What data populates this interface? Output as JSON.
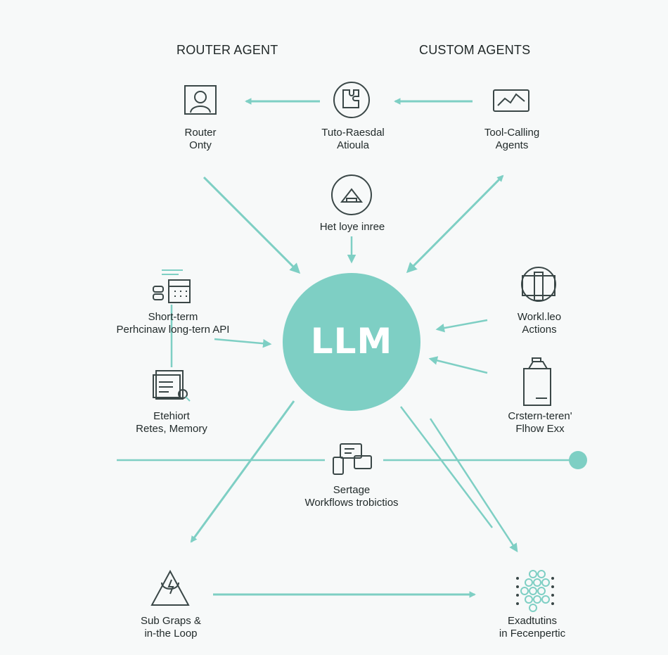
{
  "headings": {
    "left": "ROUTER AGENT",
    "right": "CUSTOM AGENTS"
  },
  "center": {
    "label": "LLM"
  },
  "nodes": {
    "router_only": {
      "line1": "Router",
      "line2": "Onty",
      "icon": "user-icon"
    },
    "tuto_raesdal": {
      "line1": "Tuto-Raesdal",
      "line2": "Atioula",
      "icon": "puzzle-icon"
    },
    "tool_calling": {
      "line1": "Tool-Calling",
      "line2": "Agents",
      "icon": "chart-icon"
    },
    "het_loye": {
      "line1": "Het loye inree",
      "icon": "home-icon"
    },
    "short_term": {
      "line1": "Short-term",
      "line2": "Perhcinaw long-tern API",
      "icon": "calendar-icon"
    },
    "etehiort": {
      "line1": "Etehiort",
      "line2": "Retes, Memory",
      "icon": "document-search-icon"
    },
    "workflow_actions": {
      "line1": "Workl.leo",
      "line2": "Actions",
      "icon": "cube-icon"
    },
    "crstern": {
      "line1": "Crstern-teren'",
      "line2": "Flhow Exx",
      "icon": "bag-icon"
    },
    "sertage": {
      "line1": "Sertage",
      "line2": "Workflows trobictios",
      "icon": "devices-icon"
    },
    "sub_graphs": {
      "line1": "Sub Graps &",
      "line2": "in-the Loop",
      "icon": "alert-icon"
    },
    "exadtutins": {
      "line1": "Exadtutins",
      "line2": "in Fecenpertic",
      "icon": "network-icon"
    }
  },
  "colors": {
    "accent": "#7ecfc4",
    "icon_stroke": "#3a4747",
    "background": "#f7f9f9"
  }
}
